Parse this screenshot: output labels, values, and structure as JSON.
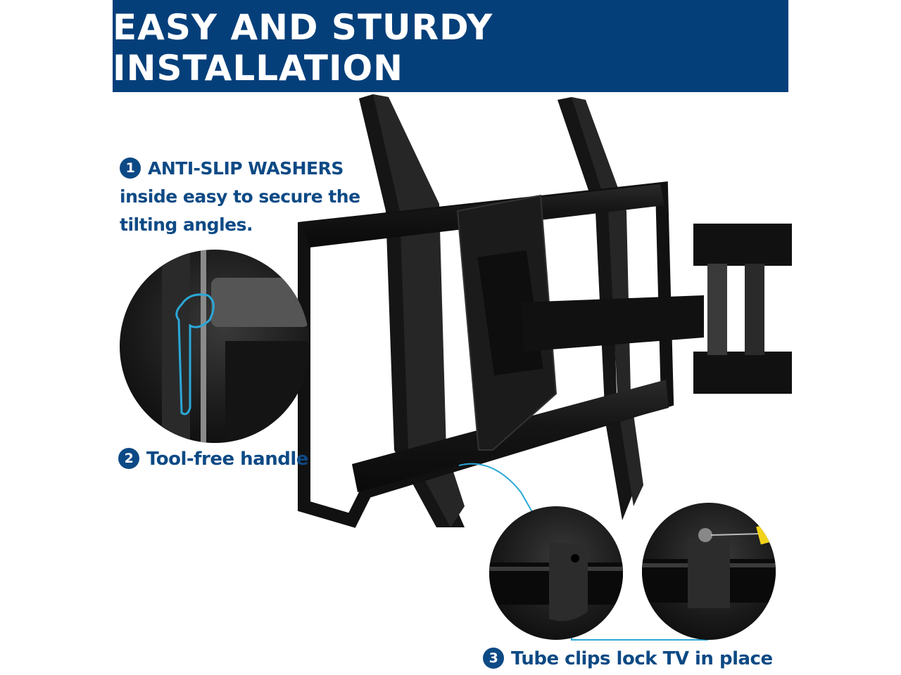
{
  "header": {
    "title": "EASY AND STURDY INSTALLATION",
    "background_color": "#053f7a",
    "text_color": "#ffffff"
  },
  "callouts": [
    {
      "number": "1",
      "title": "ANTI-SLIP WASHERS",
      "lines": [
        "inside easy to secure the",
        "tilting angles."
      ]
    },
    {
      "number": "2",
      "title": "Tool-free handle"
    },
    {
      "number": "3",
      "title": "Tube clips lock TV in place"
    }
  ],
  "colors": {
    "callout_text": "#0d4a85",
    "highlight_line": "#2ba8d8",
    "product": "#111111"
  },
  "insets": [
    {
      "subject": "tool-free-handle-closeup"
    },
    {
      "subject": "tube-clip-closeup"
    },
    {
      "subject": "tube-clip-screwdriver-closeup"
    }
  ]
}
